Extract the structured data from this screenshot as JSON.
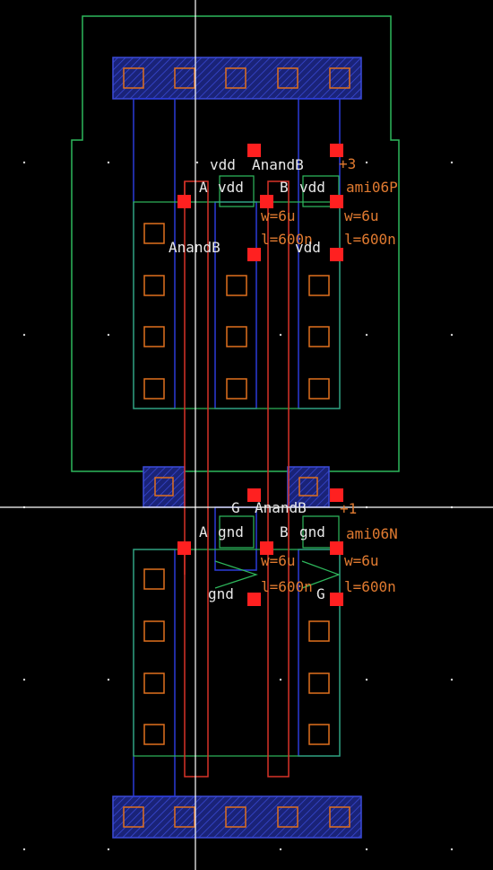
{
  "colors": {
    "background": "#000000",
    "nwell": "#2eb85c",
    "metal": "#2a3bd8",
    "metal_fill": "#1e2a9c",
    "poly": "#d83228",
    "contact": "#e0701e",
    "pin": "#ff2020",
    "axis": "#ffffff",
    "label_primary": "#e8e8e8",
    "label_instance": "#e07a30"
  },
  "pmos": {
    "terminals": [
      "vdd",
      "AnandB",
      "A",
      "vdd",
      "B",
      "vdd"
    ],
    "instance_index": "+3",
    "model": "ami06P",
    "width": "w=6u",
    "length": "l=600n",
    "width_b": "w=6u",
    "length_b": "l=600n",
    "drain_label": "AnandB",
    "source_label": "vdd"
  },
  "nmos": {
    "terminals": [
      "G",
      "AnandB",
      "A",
      "gnd",
      "B",
      "gnd"
    ],
    "instance_index": "+1",
    "model": "ami06N",
    "width": "w=6u",
    "length": "l=600n",
    "width_b": "w=6u",
    "length_b": "l=600n",
    "source_label": "gnd",
    "drain_label": "G"
  }
}
